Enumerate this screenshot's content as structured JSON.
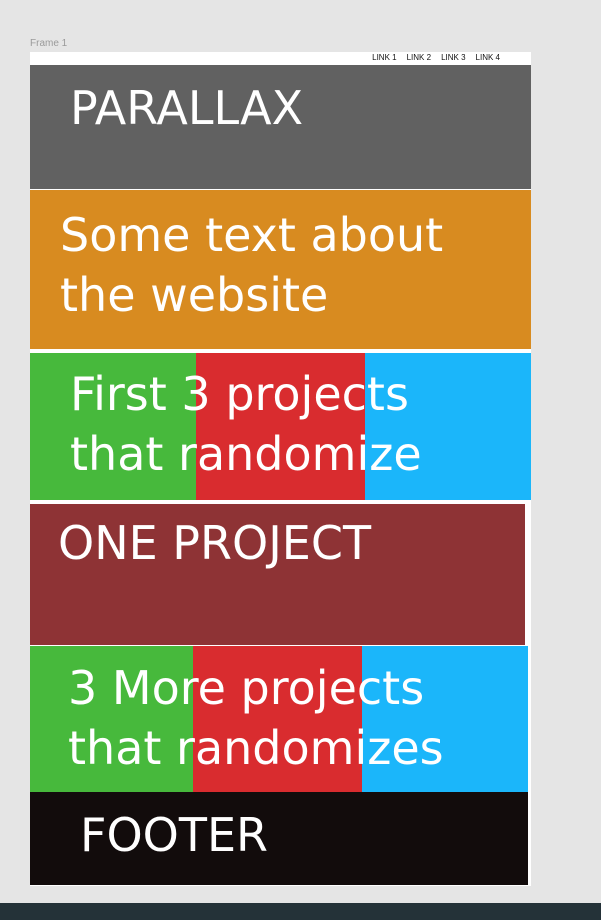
{
  "canvas": {
    "frame_label": "Frame 1"
  },
  "nav": {
    "links": [
      "LINK 1",
      "LINK 2",
      "LINK 3",
      "LINK 4"
    ]
  },
  "sections": {
    "hero": {
      "text": "PARALLAX",
      "color": "#616161"
    },
    "about": {
      "text": "Some text about\nthe website",
      "color": "#d88b20"
    },
    "projects_a": {
      "text": "First 3 projects\nthat randomize",
      "column_colors": [
        "#47b93c",
        "#d92c2f",
        "#1bb6fa"
      ]
    },
    "one_project": {
      "text": "ONE PROJECT",
      "color": "#8e3335"
    },
    "projects_b": {
      "text": "3 More projects\nthat randomizes",
      "column_colors": [
        "#47b93c",
        "#d92c2f",
        "#1bb6fa"
      ]
    },
    "footer": {
      "text": "FOOTER",
      "color": "#120c0c"
    }
  }
}
